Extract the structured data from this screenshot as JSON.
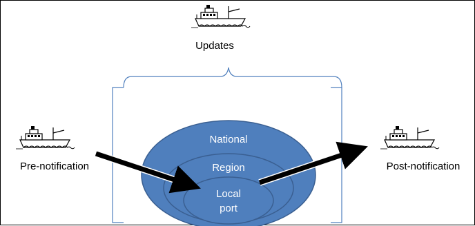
{
  "diagram": {
    "labels": {
      "updates": "Updates",
      "pre_notification": "Pre-notification",
      "post_notification": "Post-notification",
      "national": "National",
      "region": "Region",
      "local_line1": "Local",
      "local_line2": "port"
    },
    "colors": {
      "ellipse_fill": "#4f7fbd",
      "ellipse_stroke": "#3a5f91",
      "bracket": "#4f7fbd",
      "arrow": "#000000",
      "ship": "#000000",
      "ellipse_text": "#ffffff"
    },
    "icons": [
      "ship-icon",
      "ship-icon",
      "ship-icon"
    ]
  }
}
